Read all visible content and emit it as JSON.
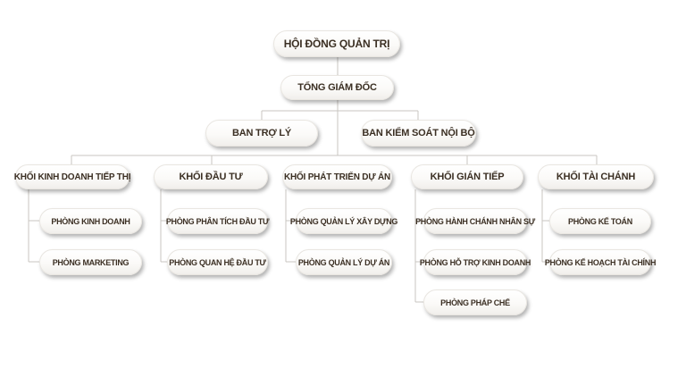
{
  "org_chart": {
    "board": "HỘI ĐỒNG QUẢN TRỊ",
    "ceo": "TỔNG GIÁM ĐỐC",
    "assistant": "BAN TRỢ LÝ",
    "audit": "BAN KIỂM SOÁT NỘI BỘ",
    "divisions": [
      {
        "label": "KHỐI KINH DOANH TIẾP THỊ",
        "depts": [
          "PHÒNG KINH DOANH",
          "PHÒNG MARKETING"
        ]
      },
      {
        "label": "KHỐI ĐẦU TƯ",
        "depts": [
          "PHÒNG PHÂN TÍCH ĐẦU TƯ",
          "PHÒNG QUAN HỆ ĐẦU TƯ"
        ]
      },
      {
        "label": "KHỐI PHÁT TRIỂN DỰ ÁN",
        "depts": [
          "PHÒNG QUẢN LÝ XÂY DỰNG",
          "PHÒNG QUẢN LÝ DỰ ÁN"
        ]
      },
      {
        "label": "KHỐI GIÁN TIẾP",
        "depts": [
          "PHÒNG HÀNH CHÁNH NHÂN SỰ",
          "PHÒNG HỖ TRỢ KINH DOANH",
          "PHÒNG PHÁP CHẾ"
        ]
      },
      {
        "label": "KHỐI TÀI CHÁNH",
        "depts": [
          "PHÒNG KẾ TOÁN",
          "PHÒNG KẾ HOẠCH TÀI CHÍNH"
        ]
      }
    ]
  }
}
